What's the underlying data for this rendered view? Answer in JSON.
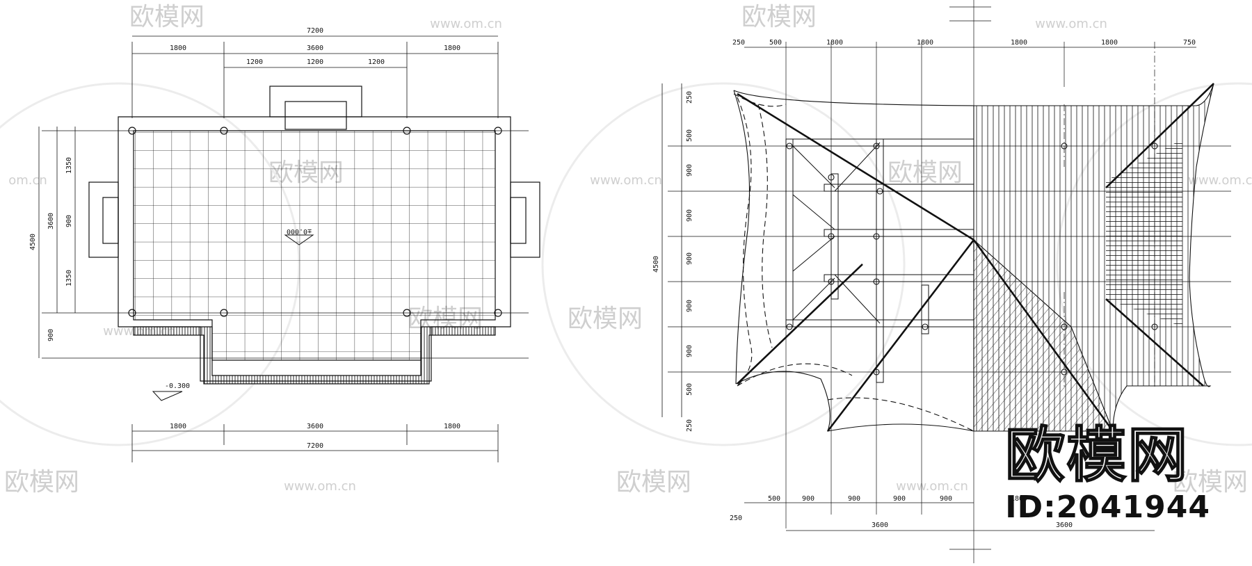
{
  "watermark": {
    "brand": "欧模网",
    "url": "www.om.cn",
    "url_partial": "om.cn",
    "id_label": "ID:2041944",
    "color": "#cfcfcf"
  },
  "left_plan": {
    "top_dims": {
      "overall": "7200",
      "middle": "3600",
      "outer": [
        "1800",
        "1800"
      ],
      "inner": [
        "1200",
        "1200",
        "1200"
      ]
    },
    "left_dims": {
      "overall": "4500",
      "group": "3600",
      "segments": [
        "1350",
        "900",
        "1350"
      ],
      "lower": "900"
    },
    "bottom_dims": {
      "segments": [
        "1800",
        "3600",
        "1800"
      ],
      "overall": "7200"
    },
    "floor_level": "±0.000",
    "step_level": "-0.300",
    "line_color": "#111111"
  },
  "right_plan": {
    "top_dims": [
      "250",
      "500",
      "1800",
      "1800",
      "1800",
      "1800",
      "750"
    ],
    "left_dims": {
      "segments": [
        "250",
        "500",
        "900",
        "900",
        "900",
        "900",
        "900",
        "500",
        "250"
      ],
      "overall": "4500"
    },
    "bottom_dims": {
      "segments": [
        "500",
        "900",
        "900",
        "900",
        "900",
        "1800"
      ],
      "left_small": "250",
      "totals": [
        "3600",
        "3600"
      ]
    },
    "line_color": "#111111"
  }
}
